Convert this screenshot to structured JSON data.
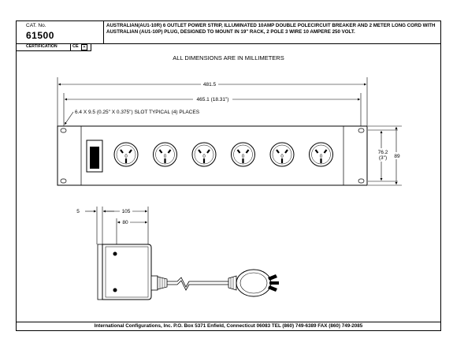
{
  "header": {
    "cat_label": "CAT. No.",
    "cat_number": "61500",
    "description": "AUSTRALIAN(AU1-10R) 6 OUTLET POWER STRIP, ILLUMINATED 10AMP DOUBLE POLECIRCUIT BREAKER AND 2 METER LONG CORD WITH AUSTRALIAN (AU1-10P) PLUG, DESIGNED TO MOUNT IN 19\" RACK, 2 POLE 3 WIRE 10 AMPERE 250 VOLT."
  },
  "certification": {
    "label": "CERTIFICATION",
    "mark": "CE",
    "check": "✕"
  },
  "notice": "ALL DIMENSIONS ARE IN MILLIMETERS",
  "dimensions": {
    "overall_width": "481.5",
    "mount_spacing": "465.1 (18.31\")",
    "slot_note": "6.4 X 9.5 (0.25\" X 0.375\") SLOT TYPICAL (4) PLACES",
    "mount_height": "76.2",
    "mount_height_in": "(3\")",
    "panel_height": "89",
    "side_5": "5",
    "side_105": "105",
    "side_80": "80"
  },
  "outlets": {
    "count": 6,
    "label": "0"
  },
  "footer": "International Configurations, Inc.  P.O. Box 5371  Enfield, Connecticut 06083 TEL (860) 749-6389  FAX (860) 749-2085"
}
